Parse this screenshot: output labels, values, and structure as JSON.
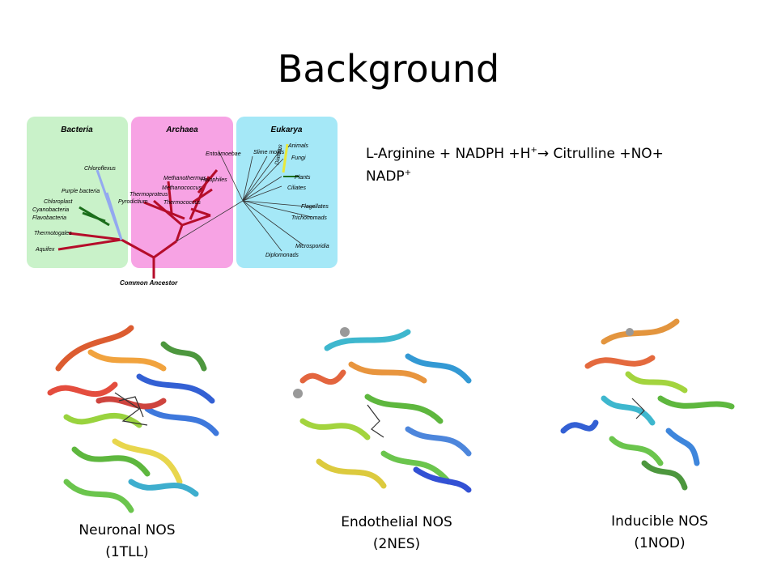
{
  "slide": {
    "title": "Background",
    "equation": {
      "reactants": "L-Arginine + NADPH +H",
      "sup1": "+",
      "arrow": "→",
      "products": " Citrulline +NO+",
      "line2": "NADP",
      "sup2": "+"
    }
  },
  "tree": {
    "domains": [
      "Bacteria",
      "Archaea",
      "Eukarya"
    ],
    "root_label": "Common Ancestor",
    "domain_colors": {
      "bacteria": "#c9f2c9",
      "archaea": "#f7a3e4",
      "eukarya": "#a5e8f7"
    },
    "bacteria_taxa": [
      "Chloroflexus",
      "Purple bacteria",
      "Chloroplast",
      "Cyanobacteria",
      "Flavobacteria",
      "Thermotogales",
      "Aquifex"
    ],
    "archaea_taxa": [
      "Methanothermus",
      "Thermoproteus",
      "Pyrodictium",
      "Methanococcus",
      "Thermococcus",
      "Halophiles"
    ],
    "eukarya_taxa": [
      "Entoamoebae",
      "Slime molds",
      "Diatoms",
      "Animals",
      "Fungi",
      "Plants",
      "Ciliates",
      "Flagellates",
      "Trichonomads",
      "Microsporidia",
      "Diplomonads"
    ]
  },
  "proteins": [
    {
      "name": "Neuronal NOS",
      "code": "(1TLL)"
    },
    {
      "name": "Endothelial NOS",
      "code": "(2NES)"
    },
    {
      "name": "Inducible NOS",
      "code": "(1NOD)"
    }
  ]
}
